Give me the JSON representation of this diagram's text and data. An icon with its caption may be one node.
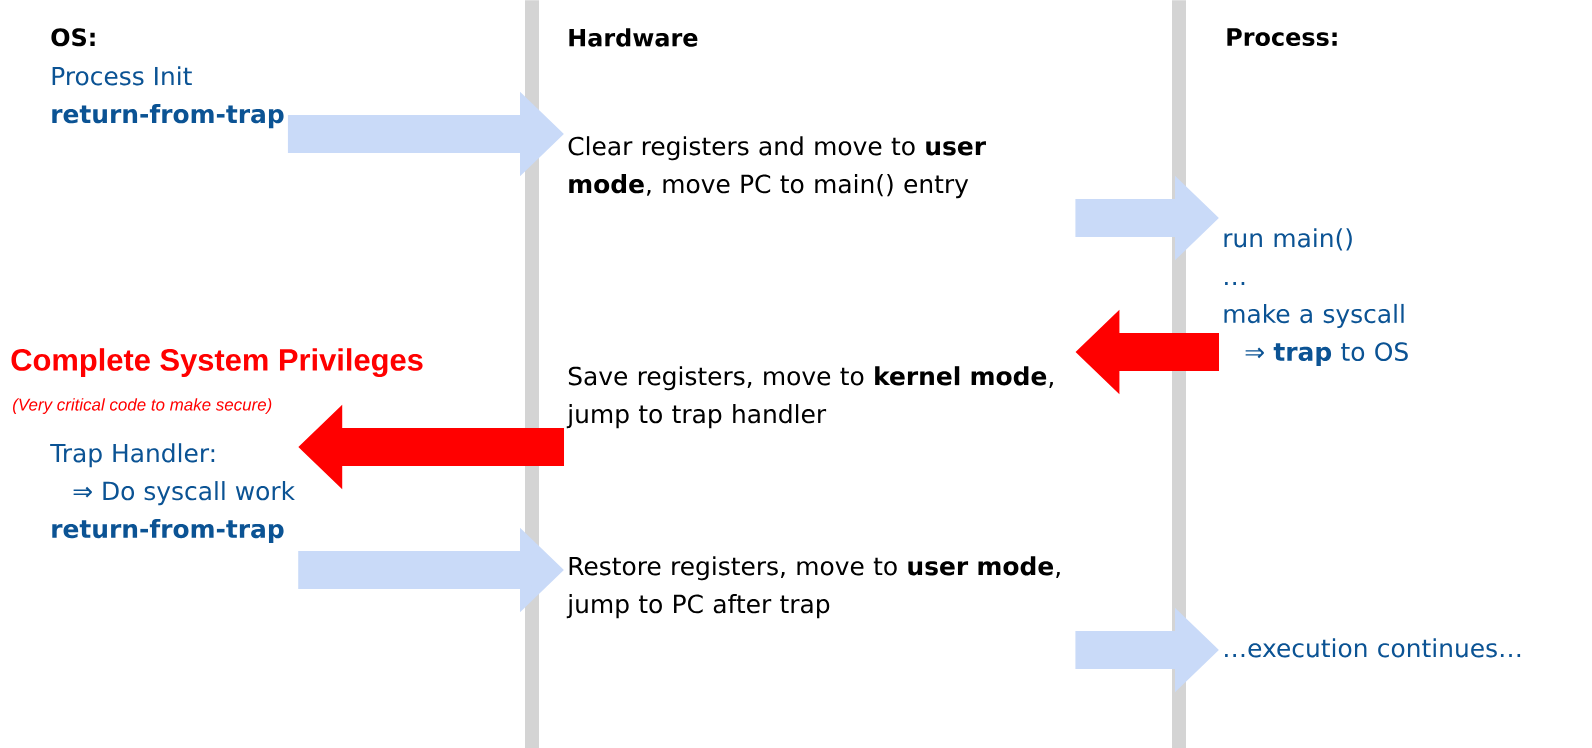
{
  "diagram": {
    "nodes": [
      {
        "text": [
          "Process Init",
          "return-from-trap"
        ]
      },
      {
        "text": [
          "Clear registers and move to **user mode**, move PC to main() entry"
        ]
      },
      {
        "text": [
          "run main()",
          "…",
          "make a syscall",
          "⇒ **trap** to OS"
        ]
      },
      {
        "text": [
          "Save registers, move to **kernel mode**, jump to trap handler"
        ]
      },
      {
        "text": [
          "Trap Handler:",
          "⇒ Do syscall work",
          "return-from-trap"
        ]
      },
      {
        "text": [
          "Restore registers, move to **user mode**, jump to PC after trap"
        ]
      },
      {
        "text": [
          "…execution continues…"
        ]
      },
      {
        "text": [],
        "shape": "bar"
      },
      {
        "text": [],
        "shape": "bar"
      }
    ],
    "edges": [
      {
        "from": 0,
        "to": 1,
        "arrow": "to"
      },
      {
        "from": 1,
        "to": 2,
        "arrow": "to"
      },
      {
        "from": 2,
        "to": 3,
        "arrow": "to",
        "color": "#ff0000"
      },
      {
        "from": 3,
        "to": 4,
        "arrow": "to",
        "color": "#ff0000"
      },
      {
        "from": 4,
        "to": 5,
        "arrow": "to"
      },
      {
        "from": 5,
        "to": 6,
        "arrow": "to"
      }
    ],
    "labels": [
      "OS:",
      "Hardware",
      "Process:",
      "Complete System Privileges",
      "(Very critical code to make secure)"
    ]
  }
}
